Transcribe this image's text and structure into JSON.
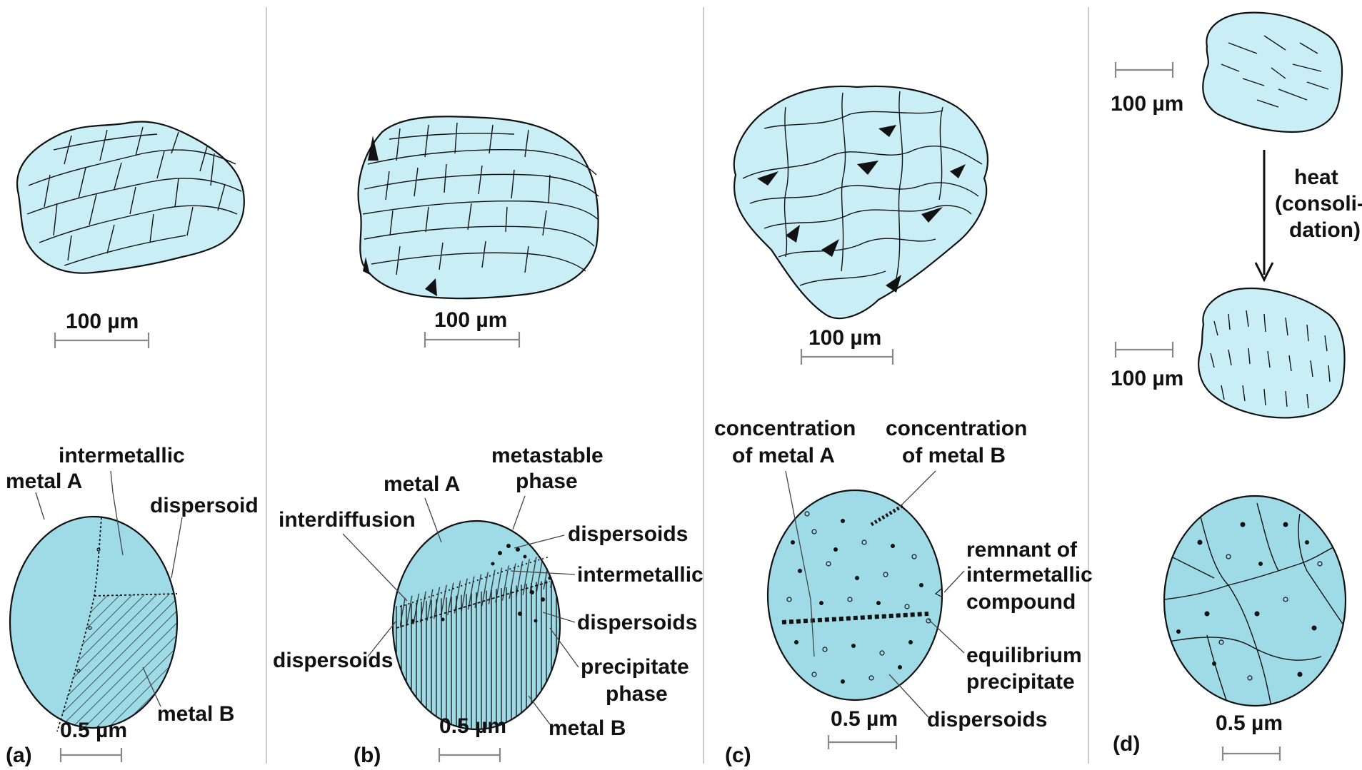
{
  "panels": {
    "a": {
      "label": "(a)",
      "scale_top": "100 µm",
      "scale_bottom": "0.5 µm",
      "callouts": [
        "intermetallic",
        "metal A",
        "dispersoid",
        "metal B"
      ]
    },
    "b": {
      "label": "(b)",
      "scale_top": "100 µm",
      "scale_bottom": "0.5 µm",
      "callouts": [
        "metastable",
        "phase",
        "metal A",
        "interdiffusion",
        "dispersoids",
        "intermetallic",
        "dispersoids",
        "precipitate",
        "phase",
        "dispersoids",
        "metal B"
      ]
    },
    "c": {
      "label": "(c)",
      "scale_top": "100 µm",
      "scale_bottom": "0.5 µm",
      "callouts": [
        "concentration",
        "of metal A",
        "concentration",
        "of metal B",
        "remnant of",
        "intermetallic",
        "compound",
        "equilibrium",
        "precipitate",
        "dispersoids"
      ]
    },
    "d": {
      "label": "(d)",
      "scale_top": "100 µm",
      "scale_mid": "100 µm",
      "scale_bottom": "0.5 µm",
      "arrow_text": [
        "heat",
        "(consoli-",
        "dation)"
      ]
    }
  },
  "colors": {
    "particle_fill": "#c9eef5",
    "cross_section_fill": "#9edbe6",
    "outline": "#111111",
    "scale_bar": "#888888"
  }
}
